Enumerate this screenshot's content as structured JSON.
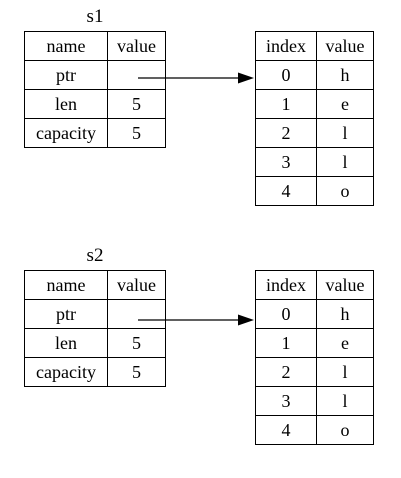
{
  "diagrams": [
    {
      "title": "s1",
      "var_table": {
        "headers": [
          "name",
          "value"
        ],
        "rows": [
          {
            "name": "ptr",
            "value": ""
          },
          {
            "name": "len",
            "value": "5"
          },
          {
            "name": "capacity",
            "value": "5"
          }
        ]
      },
      "heap_table": {
        "headers": [
          "index",
          "value"
        ],
        "rows": [
          {
            "index": "0",
            "value": "h"
          },
          {
            "index": "1",
            "value": "e"
          },
          {
            "index": "2",
            "value": "l"
          },
          {
            "index": "3",
            "value": "l"
          },
          {
            "index": "4",
            "value": "o"
          }
        ]
      }
    },
    {
      "title": "s2",
      "var_table": {
        "headers": [
          "name",
          "value"
        ],
        "rows": [
          {
            "name": "ptr",
            "value": ""
          },
          {
            "name": "len",
            "value": "5"
          },
          {
            "name": "capacity",
            "value": "5"
          }
        ]
      },
      "heap_table": {
        "headers": [
          "index",
          "value"
        ],
        "rows": [
          {
            "index": "0",
            "value": "h"
          },
          {
            "index": "1",
            "value": "e"
          },
          {
            "index": "2",
            "value": "l"
          },
          {
            "index": "3",
            "value": "l"
          },
          {
            "index": "4",
            "value": "o"
          }
        ]
      }
    }
  ]
}
